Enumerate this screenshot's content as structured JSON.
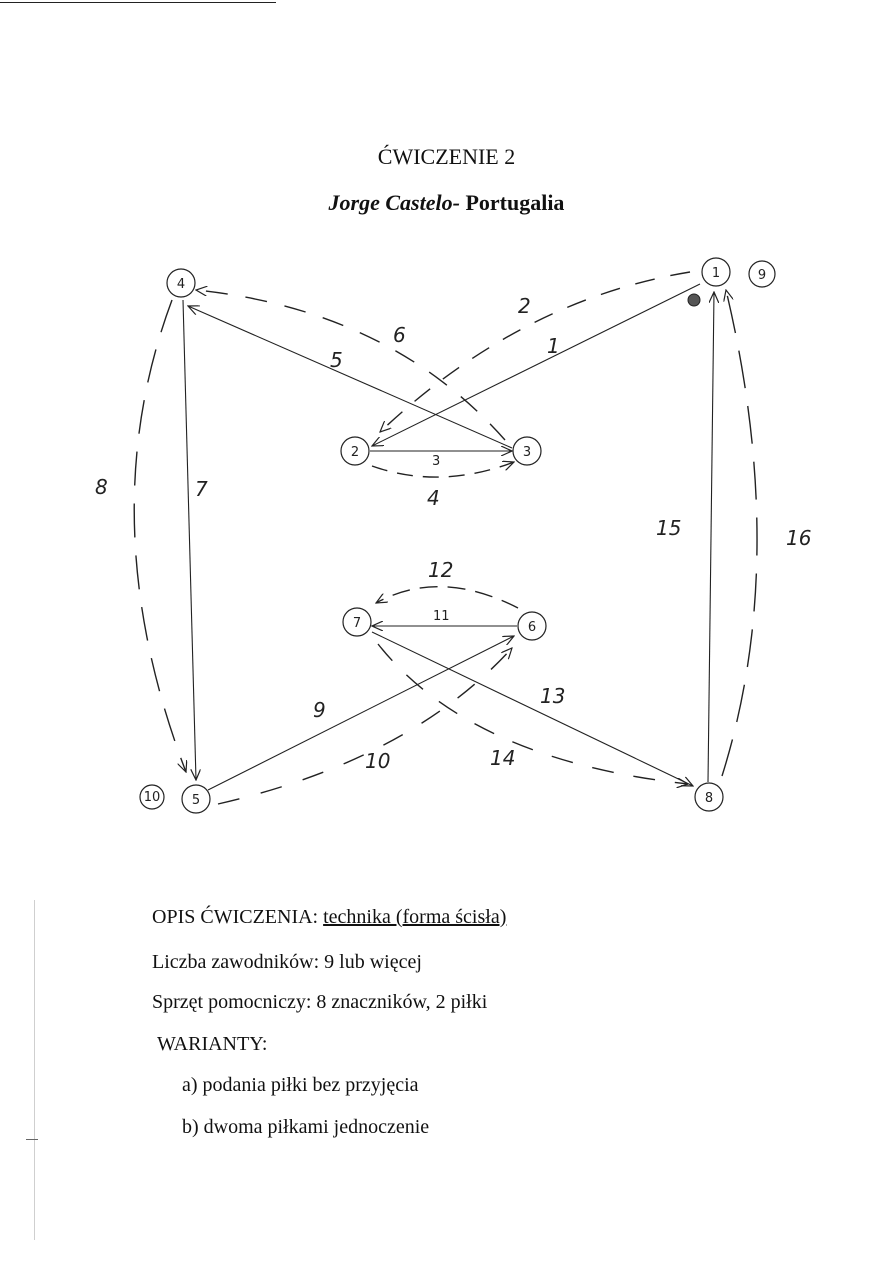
{
  "header": {
    "title": "ĆWICZENIE 2",
    "author": "Jorge Castelo-",
    "country": "Portugalia"
  },
  "diagram": {
    "players": [
      {
        "id": "p1",
        "label": "1",
        "extra": "9"
      },
      {
        "id": "p2",
        "label": "2"
      },
      {
        "id": "p3",
        "label": "3"
      },
      {
        "id": "p4",
        "label": "4"
      },
      {
        "id": "p5",
        "label": "5",
        "extra": "10"
      },
      {
        "id": "p6",
        "label": "6"
      },
      {
        "id": "p7",
        "label": "7"
      },
      {
        "id": "p8",
        "label": "8"
      }
    ],
    "sequence_labels": [
      "1",
      "2",
      "3",
      "4",
      "5",
      "6",
      "7",
      "8",
      "9",
      "10",
      "11",
      "12",
      "13",
      "14",
      "15",
      "16"
    ]
  },
  "description": {
    "label": "OPIS ĆWICZENIA:",
    "value": "technika (forma ścisła)",
    "players_line": "Liczba zawodników: 9 lub więcej",
    "equipment_line": "Sprzęt pomocniczy: 8 znaczników, 2 piłki",
    "variants_heading": "WARIANTY:",
    "variants": [
      "a) podania piłki bez przyjęcia",
      "b) dwoma piłkami jednoczenie"
    ]
  }
}
